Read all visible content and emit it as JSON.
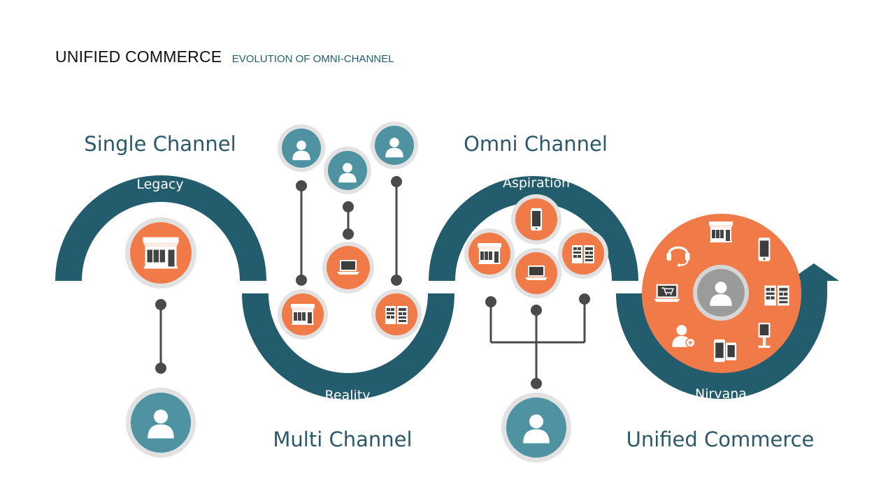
{
  "header": {
    "title": "UNIFIED COMMERCE",
    "subtitle": "EVOLUTION OF OMNI-CHANNEL"
  },
  "stages": {
    "single": {
      "title": "Single Channel",
      "arc_label": "Legacy"
    },
    "multi": {
      "title": "Multi Channel",
      "arc_label": "Reality"
    },
    "omni": {
      "title": "Omni Channel",
      "arc_label": "Aspiration"
    },
    "unified": {
      "title": "Unified Commerce",
      "arc_label": "Nirvana"
    }
  },
  "colors": {
    "wave": "#235c6c",
    "orange": "#f07b49",
    "teal_person": "#4f93a3",
    "halo": "#e2e2e2",
    "connector": "#4a4a4a"
  },
  "icons": [
    "store-icon",
    "laptop-icon",
    "phone-icon",
    "catalog-icon",
    "headset-icon",
    "shopping-cart-laptop-icon",
    "kiosk-icon",
    "add-user-icon",
    "user-icon"
  ]
}
